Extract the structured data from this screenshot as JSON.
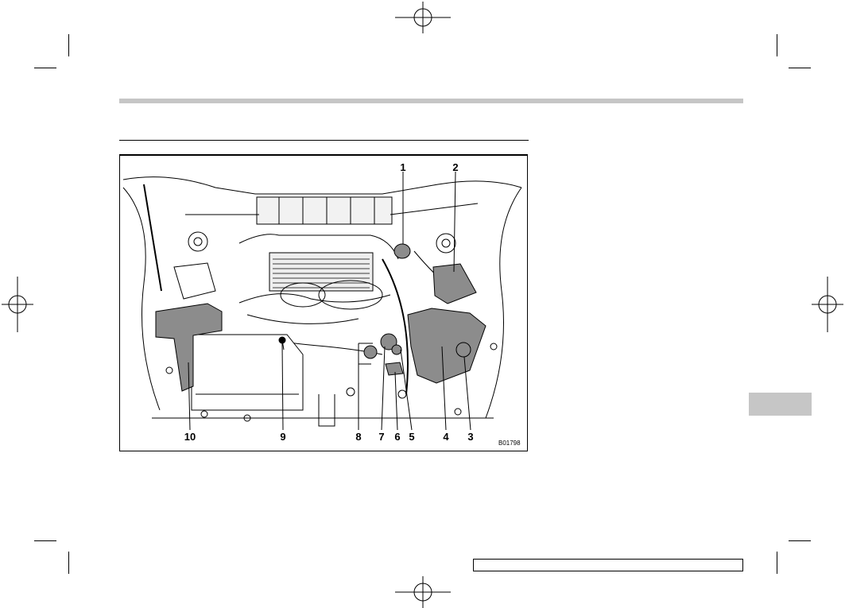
{
  "figure": {
    "image_code": "B01798",
    "callouts": [
      {
        "num": "1"
      },
      {
        "num": "2"
      },
      {
        "num": "3"
      },
      {
        "num": "4"
      },
      {
        "num": "5"
      },
      {
        "num": "6"
      },
      {
        "num": "7"
      },
      {
        "num": "8"
      },
      {
        "num": "9"
      },
      {
        "num": "10"
      }
    ]
  },
  "colors": {
    "header_band": "#c6c6c6",
    "side_tab": "#c6c6c6",
    "highlight": "#8c8c8c"
  }
}
